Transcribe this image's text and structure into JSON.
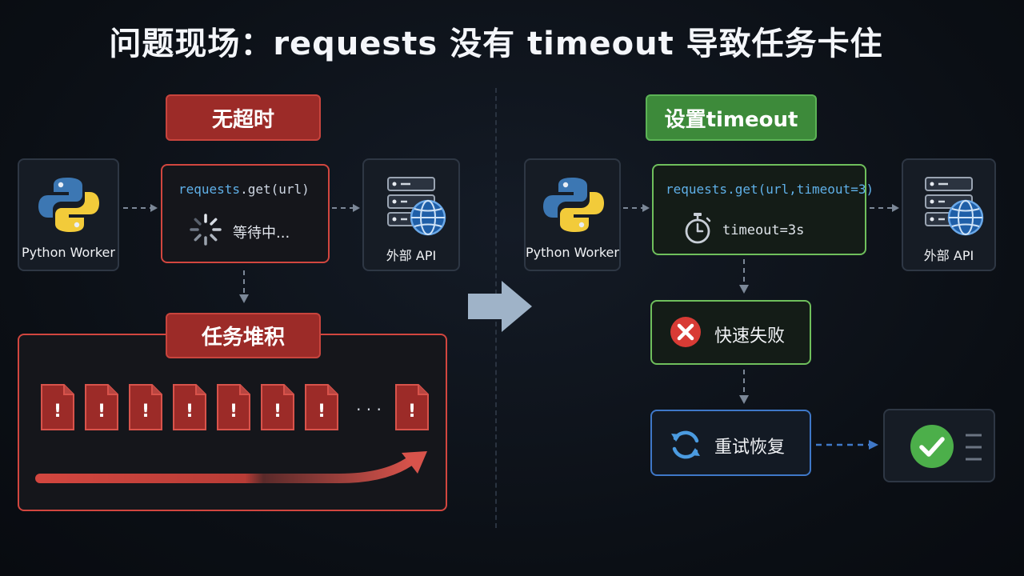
{
  "title": "问题现场：requests 没有 timeout 导致任务卡住",
  "left": {
    "tag": "无超时",
    "worker_label": "Python Worker",
    "code_prefix": "requests",
    "code_suffix": ".get(url)",
    "waiting": "等待中...",
    "api_label": "外部 API",
    "pile_tag": "任务堆积",
    "pile_ellipsis": "· · ·"
  },
  "right": {
    "tag": "设置timeout",
    "worker_label": "Python Worker",
    "code": "requests.get(url,timeout=3)",
    "timeout_text": "timeout=3s",
    "api_label": "外部 API",
    "fail_label": "快速失败",
    "retry_label": "重试恢复"
  },
  "colors": {
    "red": "#d2463f",
    "green": "#6fbf5c",
    "blue": "#3f78c8",
    "code_blue": "#5fb0e8"
  }
}
